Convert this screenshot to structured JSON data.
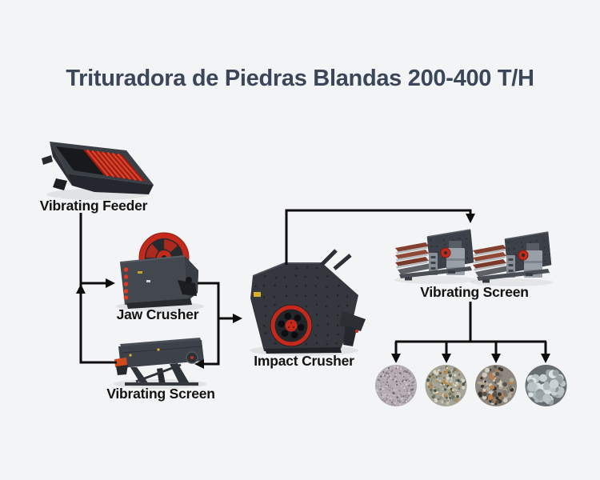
{
  "title": {
    "text": "Trituradora de Piedras Blandas 200-400 T/H"
  },
  "colors": {
    "background": "#f3f4f6",
    "title": "#3b4658",
    "line": "#0d0d0d",
    "accent_red": "#c42a1b",
    "accent_orange": "#d14a1e",
    "machine_dark": "#34383e",
    "machine_mid": "#42464d",
    "metal_light": "#9aa0a7"
  },
  "flow": {
    "stages": [
      {
        "id": "vibrating-feeder",
        "label": "Vibrating Feeder"
      },
      {
        "id": "jaw-crusher",
        "label": "Jaw Crusher"
      },
      {
        "id": "vibrating-screen-1",
        "label": "Vibrating Screen"
      },
      {
        "id": "impact-crusher",
        "label": "Impact Crusher"
      },
      {
        "id": "vibrating-screen-2",
        "label": "Vibrating Screen"
      }
    ]
  },
  "products": [
    {
      "id": "fine-sand-pile",
      "base_color": "#b5adb2",
      "speckle_colors": [
        "#988f99",
        "#cbc4c9",
        "#867d87",
        "#d7d1d4",
        "#6e6570"
      ]
    },
    {
      "id": "fine-gravel-pile",
      "base_color": "#a5a497",
      "speckle_colors": [
        "#6f7566",
        "#c7c2b0",
        "#b98a4a",
        "#4e5349",
        "#d9d6c8",
        "#8e937f"
      ]
    },
    {
      "id": "medium-gravel-pile",
      "base_color": "#8d8780",
      "speckle_colors": [
        "#57534c",
        "#b3a998",
        "#c07c43",
        "#36342f",
        "#d1cbbd",
        "#7d776d"
      ]
    },
    {
      "id": "coarse-aggregate-pile",
      "base_color": "#676c70",
      "speckle_colors": [
        "#aeb7ba",
        "#c9d2d3",
        "#8c9599",
        "#d9e1e1",
        "#9aa3a6",
        "#b9c2c4"
      ]
    }
  ]
}
